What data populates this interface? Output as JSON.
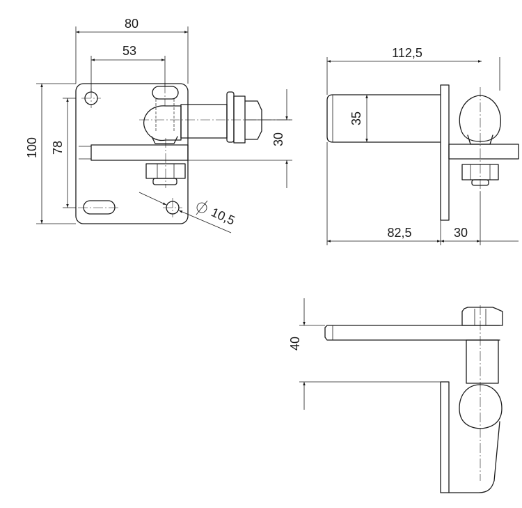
{
  "dimensions": {
    "width_80": "80",
    "width_53": "53",
    "height_100": "100",
    "height_78": "78",
    "hole_dia": "10,5",
    "offset_30_front": "30",
    "length_112_5": "112,5",
    "height_35": "35",
    "length_82_5": "82,5",
    "length_30": "30",
    "height_40": "40"
  }
}
